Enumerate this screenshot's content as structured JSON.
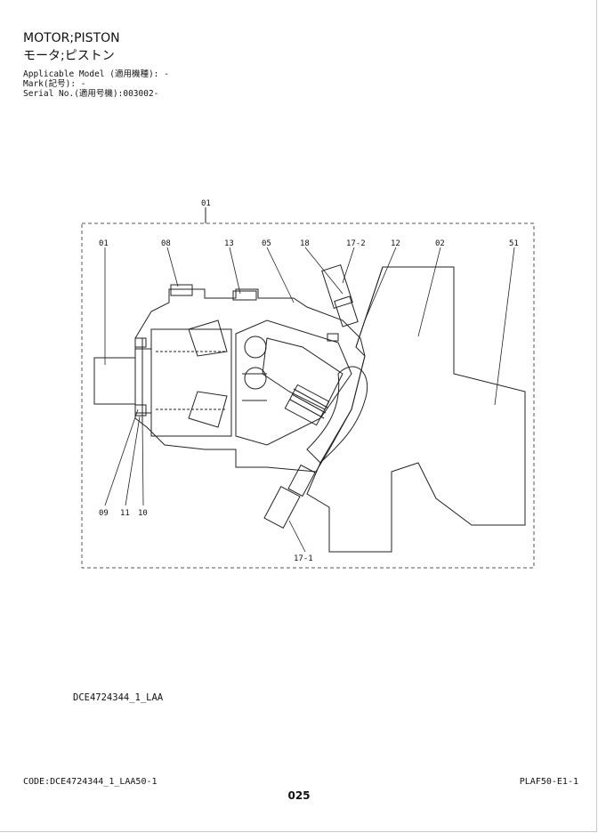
{
  "header": {
    "title_en": "MOTOR;PISTON",
    "title_jp": "モータ;ピストン",
    "applicable_model": "Applicable Model (適用機種): -",
    "mark": "Mark(記号): -",
    "serial_no": "Serial No.(適用号機):003002-"
  },
  "diagram": {
    "assembly_label": "01",
    "callouts": {
      "c01": "01",
      "c08": "08",
      "c13": "13",
      "c05": "05",
      "c18": "18",
      "c17_2": "17-2",
      "c12": "12",
      "c02": "02",
      "c51": "51",
      "c09": "09",
      "c11": "11",
      "c10": "10",
      "c17_1": "17-1"
    }
  },
  "footer": {
    "drawing_code": "DCE4724344_1_LAA",
    "code": "CODE:DCE4724344_1_LAA50-1",
    "page_number": "025",
    "plaf": "PLAF50-E1-1"
  }
}
